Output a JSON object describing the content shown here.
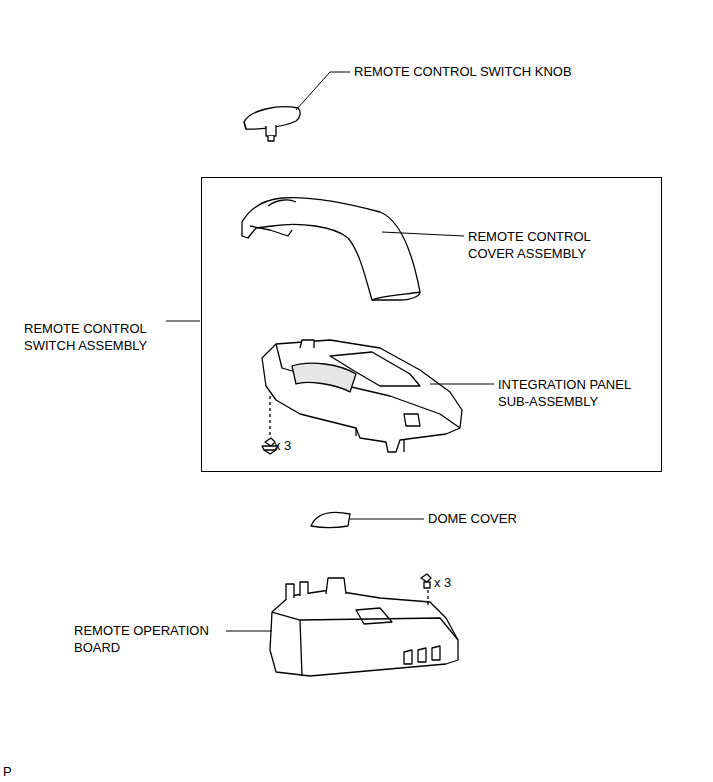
{
  "diagram": {
    "nodes": [
      {
        "text": [
          "REMOTE CONTROL SWITCH ASSEMBLY"
        ]
      }
    ],
    "labels": [
      "REMOTE CONTROL SWITCH KNOB",
      "REMOTE CONTROL COVER ASSEMBLY",
      "INTEGRATION PANEL SUB-ASSEMBLY",
      "x 3",
      "DOME COVER",
      "REMOTE OPERATION BOARD",
      "x 3",
      "P"
    ]
  }
}
